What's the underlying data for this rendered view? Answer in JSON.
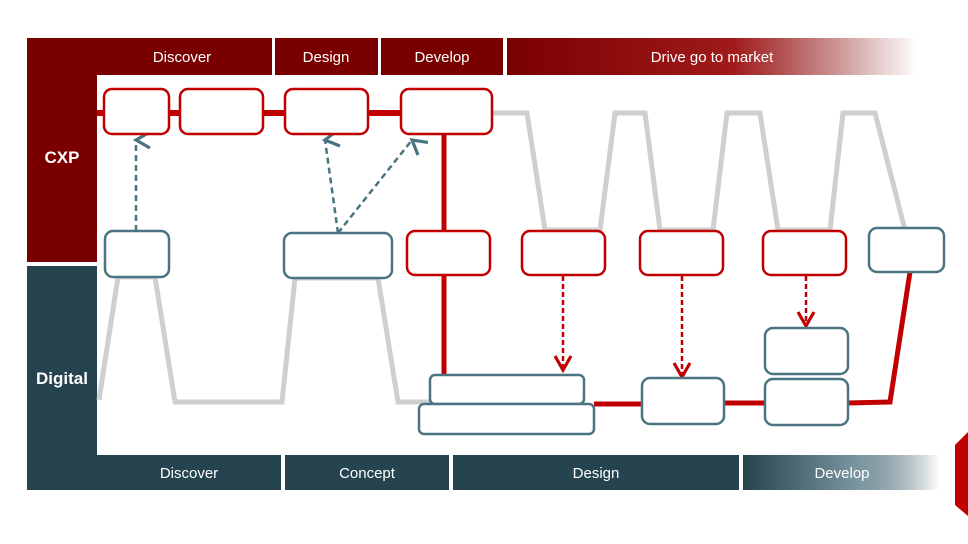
{
  "colors": {
    "cxp": "#7a0000",
    "accent_red": "#c00000",
    "digital": "#26444f",
    "digital_box_stroke": "#4b7482",
    "gray_path": "#cfcfcf"
  },
  "lanes": {
    "cxp": "CXP",
    "digital": "Digital"
  },
  "top_phases": [
    "Discover",
    "Design",
    "Develop",
    "Drive go to market"
  ],
  "bottom_phases": [
    "Discover",
    "Concept",
    "Design",
    "Develop"
  ]
}
